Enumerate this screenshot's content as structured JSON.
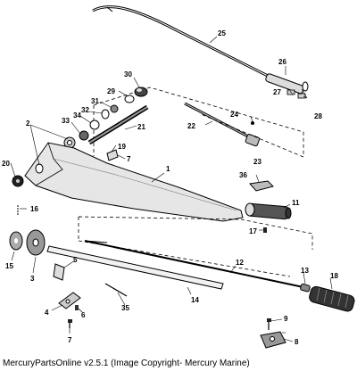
{
  "footer": {
    "text": "MercuryPartsOnline v2.5.1 (Image Copyright- Mercury Marine)"
  },
  "callouts": {
    "c1": "1",
    "c2": "2",
    "c3": "3",
    "c4": "4",
    "c5": "5",
    "c6": "6",
    "c7a": "7",
    "c7b": "7",
    "c8": "8",
    "c9": "9",
    "c11": "11",
    "c12": "12",
    "c13": "13",
    "c14": "14",
    "c15": "15",
    "c16": "16",
    "c17": "17",
    "c18": "18",
    "c19": "19",
    "c20": "20",
    "c21": "21",
    "c22": "22",
    "c23": "23",
    "c24": "24",
    "c25": "25",
    "c26": "26",
    "c27": "27",
    "c28": "28",
    "c29": "29",
    "c30": "30",
    "c31": "31",
    "c32": "32",
    "c33": "33",
    "c34": "34",
    "c35": "35",
    "c36": "36"
  }
}
